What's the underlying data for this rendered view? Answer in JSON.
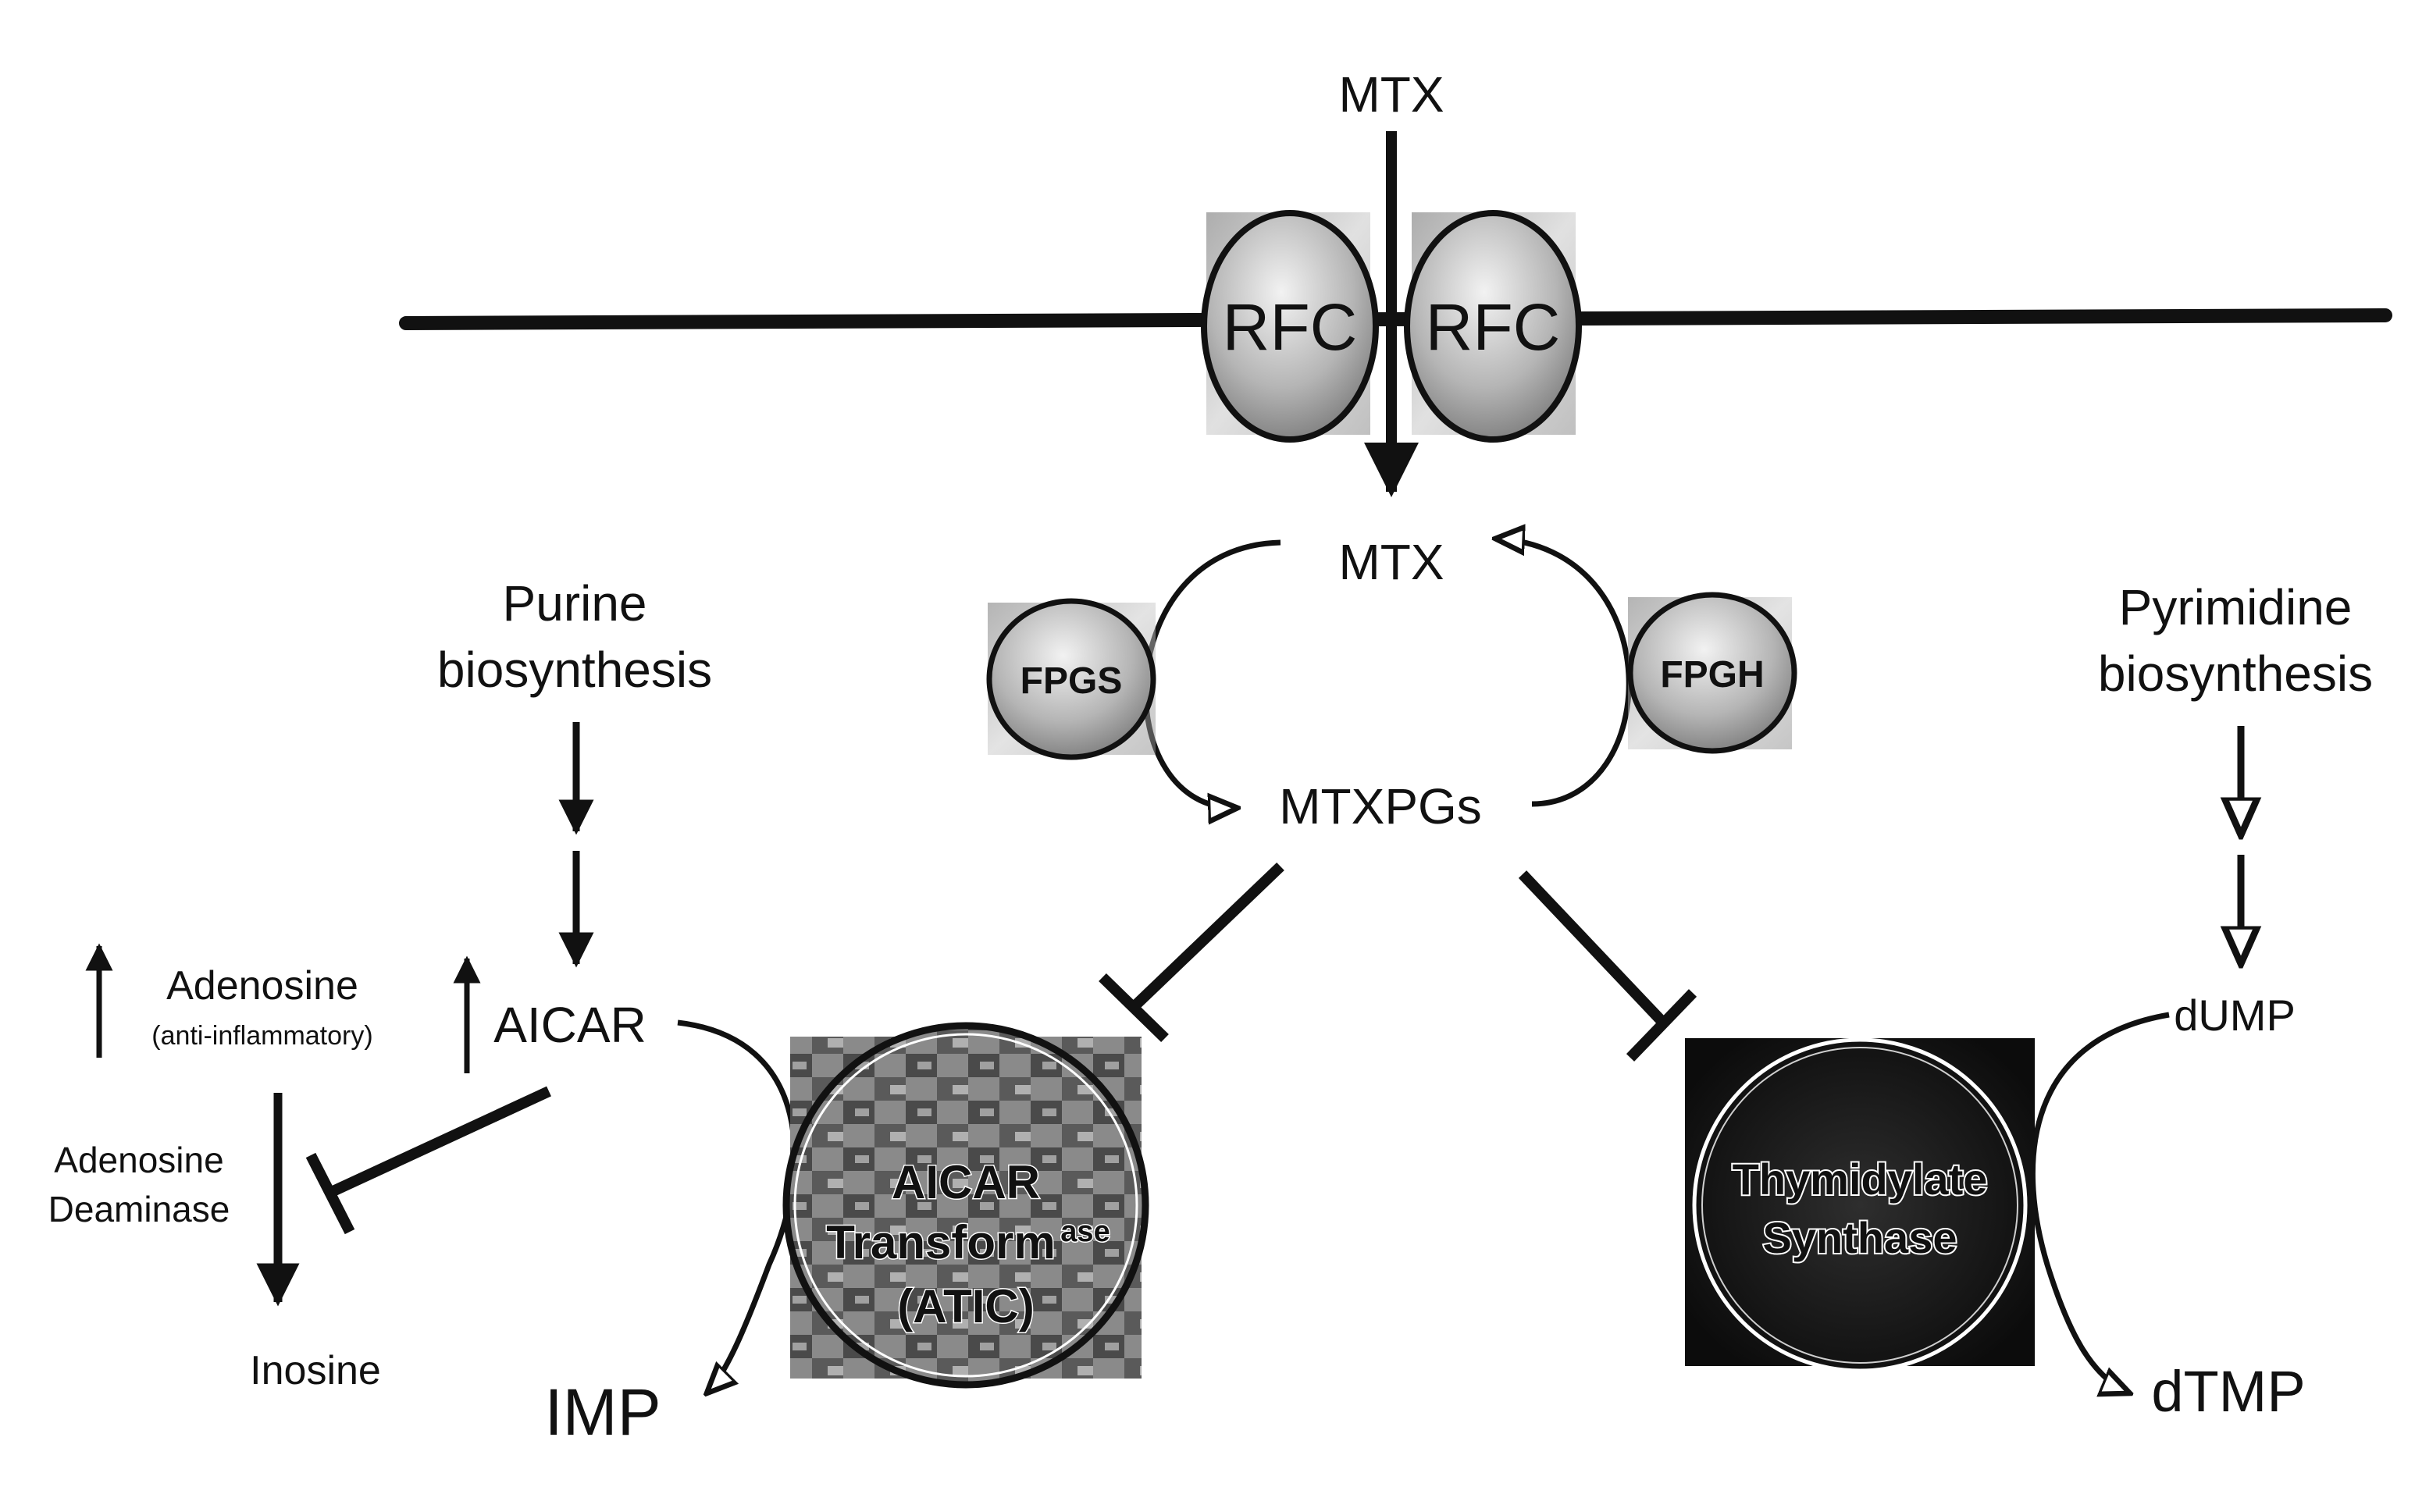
{
  "labels": {
    "mtx_outside": "MTX",
    "mtx_inside": "MTX",
    "mtxpgs": "MTXPGs",
    "purine_line1": "Purine",
    "purine_line2": "biosynthesis",
    "pyrimidine_line1": "Pyrimidine",
    "pyrimidine_line2": "biosynthesis",
    "aicar": "AICAR",
    "adenosine": "Adenosine",
    "anti_inflammatory": "(anti-inflammatory)",
    "adenosine_deaminase_line1": "Adenosine",
    "adenosine_deaminase_line2": "Deaminase",
    "inosine": "Inosine",
    "imp": "IMP",
    "dump": "dUMP",
    "dtmp": "dTMP"
  },
  "enzymes": {
    "rfc_left": "RFC",
    "rfc_right": "RFC",
    "fpgs": "FPGS",
    "fpgh": "FPGH",
    "atic_line1": "AICAR",
    "atic_line2_main": "Transform",
    "atic_line2_sup": "ase",
    "atic_line3": "(ATIC)",
    "ts_line1": "Thymidylate",
    "ts_line2": "Synthase"
  },
  "colors": {
    "ink": "#111111",
    "membrane": "#111111",
    "atic_fill": "#6e6e6e",
    "ts_fill": "#1a1a1a"
  }
}
